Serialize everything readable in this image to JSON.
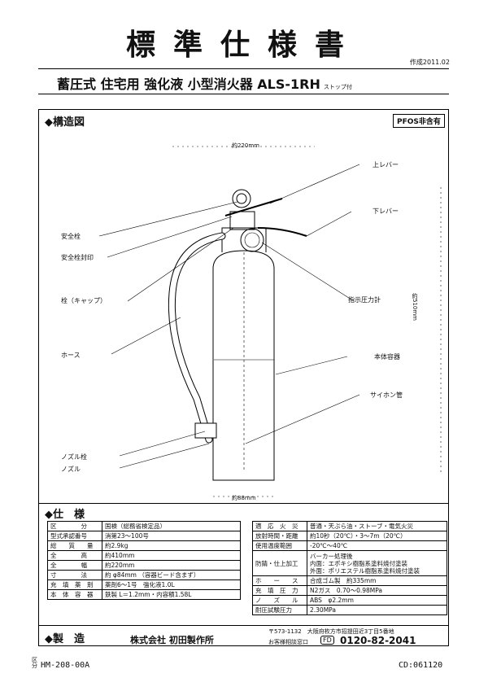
{
  "header": {
    "title": "標準仕様書",
    "date": "作成2011.02",
    "subtitle": "蓄圧式 住宅用 強化液 小型消火器 ALS-1RH",
    "subtitle_tag": "ストップ付"
  },
  "structure": {
    "heading": "◆構造図",
    "pfos": "PFOS非含有",
    "width_label": "約220mm",
    "height_label": "約510mm",
    "bottom_label": "約88mm",
    "left_labels": [
      "安全栓",
      "安全栓封印",
      "栓（キャップ）",
      "ホース",
      "ノズル栓",
      "ノズル"
    ],
    "right_labels": [
      "上レバー",
      "下レバー",
      "指示圧力計",
      "本体容器",
      "サイホン管"
    ]
  },
  "spec": {
    "heading": "◆仕　様",
    "left_rows": [
      [
        "区　　　　分",
        "国検（総務省検定品）"
      ],
      [
        "型式承認番号",
        "消第23～100号"
      ],
      [
        "総　　質　　量",
        "約2.9kg"
      ],
      [
        "全　　　　高",
        "約410mm"
      ],
      [
        "全　　　　幅",
        "約220mm"
      ],
      [
        "寸　　　　法",
        "約 φ84mm （容器ビード含まず）"
      ],
      [
        "充　填　薬　剤",
        "薬剤6～1号　強化液1.0L"
      ],
      [
        "本　体　容　器",
        "鉄製 L＝1.2mm・内容積1.58L"
      ]
    ],
    "right_rows": [
      [
        "適　応　火　災",
        "普通・天ぷら油・ストーブ・電気火災"
      ],
      [
        "放射時間・距離",
        "約10秒（20℃）・3～7m（20℃）"
      ],
      [
        "使用温度範囲",
        "-20℃～40℃"
      ],
      [
        "防錆・仕上加工",
        "バーカー処理後\n内面：エポキシ樹脂系塗料焼付塗装\n外面：ポリエステル樹脂系塗料焼付塗装"
      ],
      [
        "ホ　　ー　　ス",
        "合成ゴム製　約335mm"
      ],
      [
        "充　填　圧　力",
        "N2ガス　0.70～0.98MPa"
      ],
      [
        "ノ　　ズ　　ル",
        "ABS　φ2.2mm"
      ],
      [
        "耐圧試験圧力",
        "2.30MPa"
      ]
    ]
  },
  "maker": {
    "heading": "◆製　造",
    "company": "株式会社 初田製作所",
    "address": "〒573-1132　大阪府枚方市招提田近3丁目5番地",
    "contact_label": "お客様相談窓口",
    "tel": "0120-82-2041"
  },
  "footer": {
    "doc_code": "HM-208-00A",
    "cd": "CD:061120",
    "side_mark": "区分"
  }
}
